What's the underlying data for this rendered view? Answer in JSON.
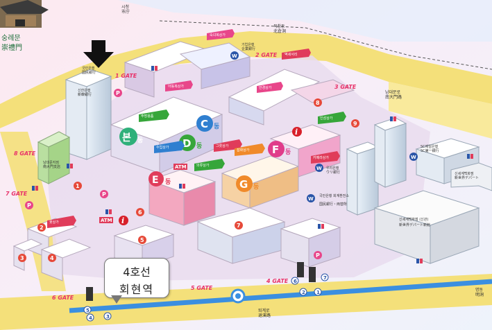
{
  "landmarks": {
    "sungnyemun_ko": "숭례문",
    "sungnyemun_hanja": "崇禮門",
    "namdaemun_road_ko": "남대문로",
    "namdaemun_road_hanja": "南大門路",
    "toegyero_ko": "퇴계로",
    "toegyero_hanja": "退溪路",
    "city_hall_ko": "시청",
    "city_hall_hanja": "市庁",
    "bukchang_ko": "북창동",
    "bukchang_hanja": "北倉洞",
    "myeongdong_ko": "명동",
    "myeongdong_hanja": "明洞"
  },
  "station_callout": {
    "line1": "4호선",
    "line2": "회현역"
  },
  "gates": [
    "1 GATE",
    "2 GATE",
    "3 GATE",
    "4 GATE",
    "5 GATE",
    "6 GATE",
    "7 GATE",
    "8 GATE"
  ],
  "zones": {
    "main": "본",
    "main_suffix": "동",
    "c": "C",
    "d": "D",
    "e": "E",
    "f": "F",
    "g": "G",
    "suffix": "동"
  },
  "banks": {
    "kookmin_top": "국민은행",
    "kookmin_top_jp": "国民銀行",
    "shinhan": "신한은행",
    "shinhan_jp": "新韓銀行",
    "ibk": "기업은행",
    "ibk_jp": "企業銀行",
    "woori": "우리은행",
    "woori_jp": "ウリ銀行",
    "kookmin_exchange": "국민은행 회계환전소",
    "kookmin_exchange_jp": "国民銀行・両替所",
    "sc": "SC제일은행",
    "sc_jp": "SC第一銀行",
    "nambu": "남대문지점",
    "nambu_jp": "南大門支店"
  },
  "shinsegae": {
    "main_ko": "신세계백화점",
    "main_jp": "新世界デパート",
    "annex_ko": "신세계백화점 (신관)",
    "annex_jp": "新世界デパート新館"
  },
  "markers": {
    "atm": "ATM",
    "parking": "P",
    "wc": "W",
    "info": "i",
    "numbers": [
      "1",
      "2",
      "3",
      "4",
      "5",
      "6",
      "7",
      "8",
      "9"
    ]
  },
  "signs": [
    "아동복상가",
    "숙녀복상가",
    "액세서리",
    "안경상가",
    "주방용품",
    "수입상가",
    "그릇상가",
    "의류상가",
    "잡화상가",
    "인삼상가",
    "카메라상가",
    "꽃상가"
  ],
  "exit_numbers": [
    "1",
    "2",
    "3",
    "4",
    "5",
    "6",
    "7"
  ],
  "colors": {
    "road": "#f4e07a",
    "subway_line": "#3b8fe0",
    "gate_label": "#e8326a",
    "zone_c": "#2f7fd0",
    "zone_d": "#36a63a",
    "zone_e": "#e03c5a",
    "zone_f": "#e03c8a",
    "zone_g": "#f08a2a",
    "zone_main": "#2fb07a"
  }
}
